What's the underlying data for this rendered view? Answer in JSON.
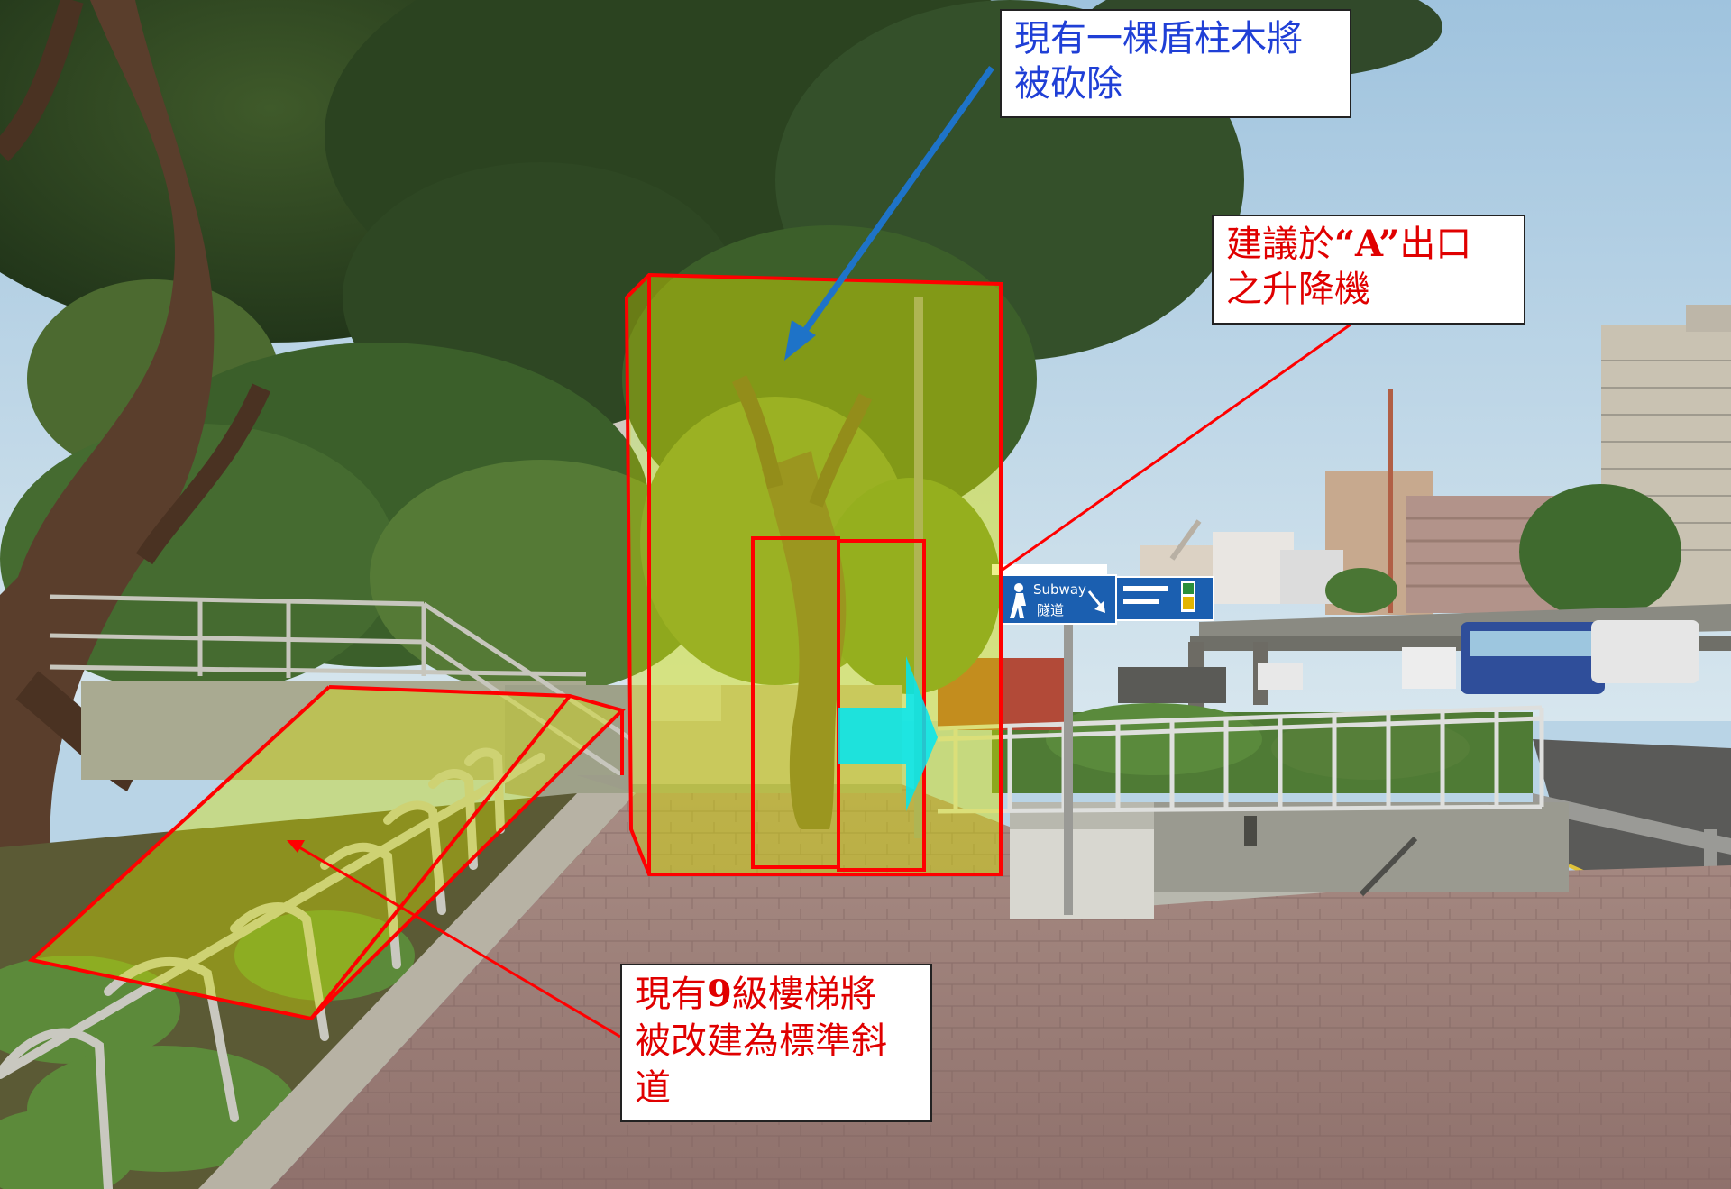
{
  "callouts": {
    "tree": {
      "line1": "現有一棵盾柱木將",
      "line2": "被砍除",
      "color": "#1f3fd6"
    },
    "lift": {
      "line1_prefix": "建議於",
      "line1_bold": "“A”",
      "line1_suffix": "出口",
      "line2": "之升降機",
      "color": "#e00000"
    },
    "stairs": {
      "line1_prefix": "現有",
      "line1_bold": "9",
      "line1_suffix": "級樓梯將",
      "line2": "被改建為標準斜",
      "line3": "道",
      "color": "#e00000"
    }
  },
  "road_sign": {
    "subway_en": "Subway",
    "subway_zh": "隧道",
    "color": "#1b5fb0"
  },
  "overlay_colors": {
    "outline": "#ff0000",
    "fill": "#d8e000",
    "pointer_arrow": "#00e6f2",
    "tree_leader": "#1e73c8"
  },
  "icons": {
    "pedestrian": "pedestrian-icon",
    "direction_arrow": "arrow-down-right-icon",
    "pointer": "arrow-right-icon"
  }
}
